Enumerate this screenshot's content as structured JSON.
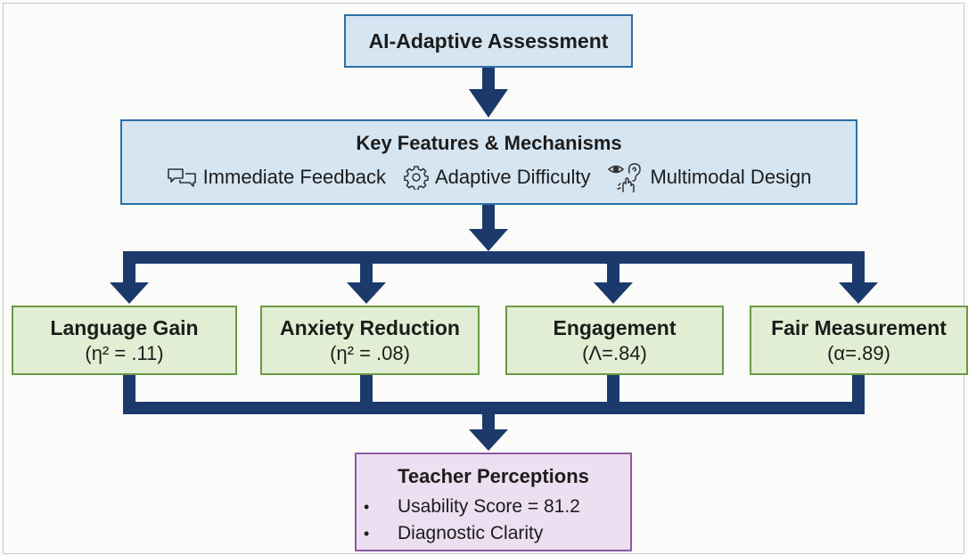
{
  "top": {
    "title": "AI-Adaptive Assessment"
  },
  "features": {
    "title": "Key Features & Mechanisms",
    "items": [
      {
        "label": "Immediate Feedback",
        "icon": "chat-bubbles-icon"
      },
      {
        "label": "Adaptive Difficulty",
        "icon": "gear-icon"
      },
      {
        "label": "Multimodal Design",
        "icon": "eye-ear-hand-icon"
      }
    ]
  },
  "outcomes": [
    {
      "title": "Language Gain",
      "stat": "(η² = .11)"
    },
    {
      "title": "Anxiety Reduction",
      "stat": "(η² = .08)"
    },
    {
      "title": "Engagement",
      "stat": "(Λ=.84)"
    },
    {
      "title": "Fair Measurement",
      "stat": "(α=.89)"
    }
  ],
  "teacher": {
    "title": "Teacher Perceptions",
    "bullet_marker": "•",
    "bullets": [
      "Usability Score = 81.2",
      "Diagnostic Clarity"
    ]
  },
  "colors": {
    "connector": "#1b3a6b",
    "blue_fill": "#d5e5f2",
    "blue_border": "#2c6fa5",
    "green_fill": "#e2eed3",
    "green_border": "#6b9a45",
    "purple_fill": "#ecdff1",
    "purple_border": "#8c5aa4"
  }
}
